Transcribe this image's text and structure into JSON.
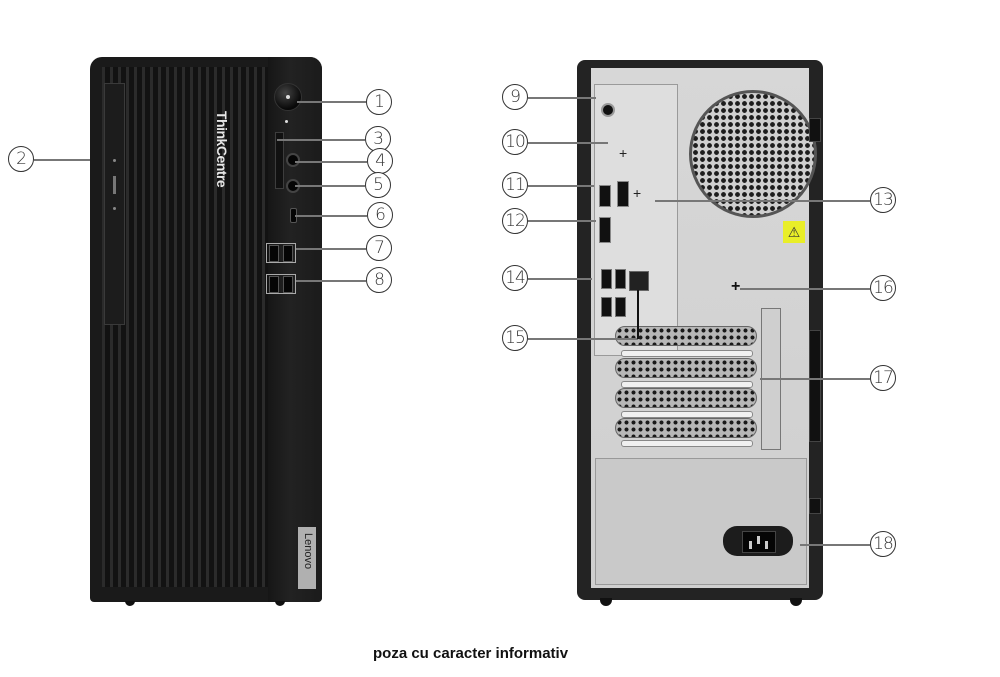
{
  "figure": {
    "front_view": {
      "brand_vertical": "ThinkCentre",
      "badge": "Lenovo"
    },
    "rear_view": {
      "warning_icon": "warning-triangle-icon"
    },
    "callouts": [
      {
        "id": "1",
        "label": "1",
        "view": "front",
        "target": "power-button"
      },
      {
        "id": "2",
        "label": "2",
        "view": "front",
        "target": "optical-drive"
      },
      {
        "id": "3",
        "label": "3",
        "view": "front",
        "target": "card-reader"
      },
      {
        "id": "4",
        "label": "4",
        "view": "front",
        "target": "audio-jack"
      },
      {
        "id": "5",
        "label": "5",
        "view": "front",
        "target": "audio-jack"
      },
      {
        "id": "6",
        "label": "6",
        "view": "front",
        "target": "usb-c-port"
      },
      {
        "id": "7",
        "label": "7",
        "view": "front",
        "target": "usb-ports"
      },
      {
        "id": "8",
        "label": "8",
        "view": "front",
        "target": "usb-ports"
      },
      {
        "id": "9",
        "label": "9",
        "view": "rear",
        "target": "audio-line-out"
      },
      {
        "id": "10",
        "label": "10",
        "view": "rear",
        "target": "optional-port"
      },
      {
        "id": "11",
        "label": "11",
        "view": "rear",
        "target": "hdmi-port"
      },
      {
        "id": "12",
        "label": "12",
        "view": "rear",
        "target": "displayport"
      },
      {
        "id": "13",
        "label": "13",
        "view": "rear",
        "target": "optional-connector"
      },
      {
        "id": "14",
        "label": "14",
        "view": "rear",
        "target": "usb-ports"
      },
      {
        "id": "15",
        "label": "15",
        "view": "rear",
        "target": "ethernet-port"
      },
      {
        "id": "16",
        "label": "16",
        "view": "rear",
        "target": "optional-port"
      },
      {
        "id": "17",
        "label": "17",
        "view": "rear",
        "target": "pcie-slots"
      },
      {
        "id": "18",
        "label": "18",
        "view": "rear",
        "target": "power-connector"
      }
    ]
  },
  "caption": "poza cu caracter informativ",
  "colors": {
    "chassis_front": "#1a1a1a",
    "chassis_rear_frame": "#232323",
    "rear_panel": "#d2d2d2",
    "warning_label": "#e9ee28",
    "callout_stroke": "#333333"
  }
}
